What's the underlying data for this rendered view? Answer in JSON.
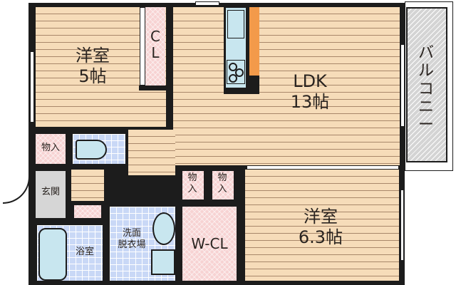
{
  "floor_plan": {
    "rooms": [
      {
        "id": "western-room-1",
        "name": "洋室",
        "size": "5帖"
      },
      {
        "id": "closet",
        "name": "CL"
      },
      {
        "id": "ldk",
        "name": "LDK",
        "size": "13帖"
      },
      {
        "id": "balcony",
        "name": "バルコニー"
      },
      {
        "id": "storage-1",
        "name": "物入"
      },
      {
        "id": "storage-2",
        "name": "物入"
      },
      {
        "id": "storage-3",
        "name": "物入"
      },
      {
        "id": "entrance",
        "name": "玄関"
      },
      {
        "id": "bathroom",
        "name": "浴室"
      },
      {
        "id": "washroom",
        "name": "洗面\n脱衣場"
      },
      {
        "id": "walk-in-closet",
        "name": "W-CL"
      },
      {
        "id": "western-room-2",
        "name": "洋室",
        "size": "6.3帖"
      }
    ],
    "colors": {
      "wood_floor": "#f6dcb9",
      "wall": "#1c1c1c",
      "storage": "#f7d3d3",
      "tile": "#c9d8f6",
      "fixture": "#c8e6ef",
      "entrance": "#d6d6d6",
      "balcony": "#d4d4d4",
      "kitchen_counter": "#f39a4a"
    }
  }
}
